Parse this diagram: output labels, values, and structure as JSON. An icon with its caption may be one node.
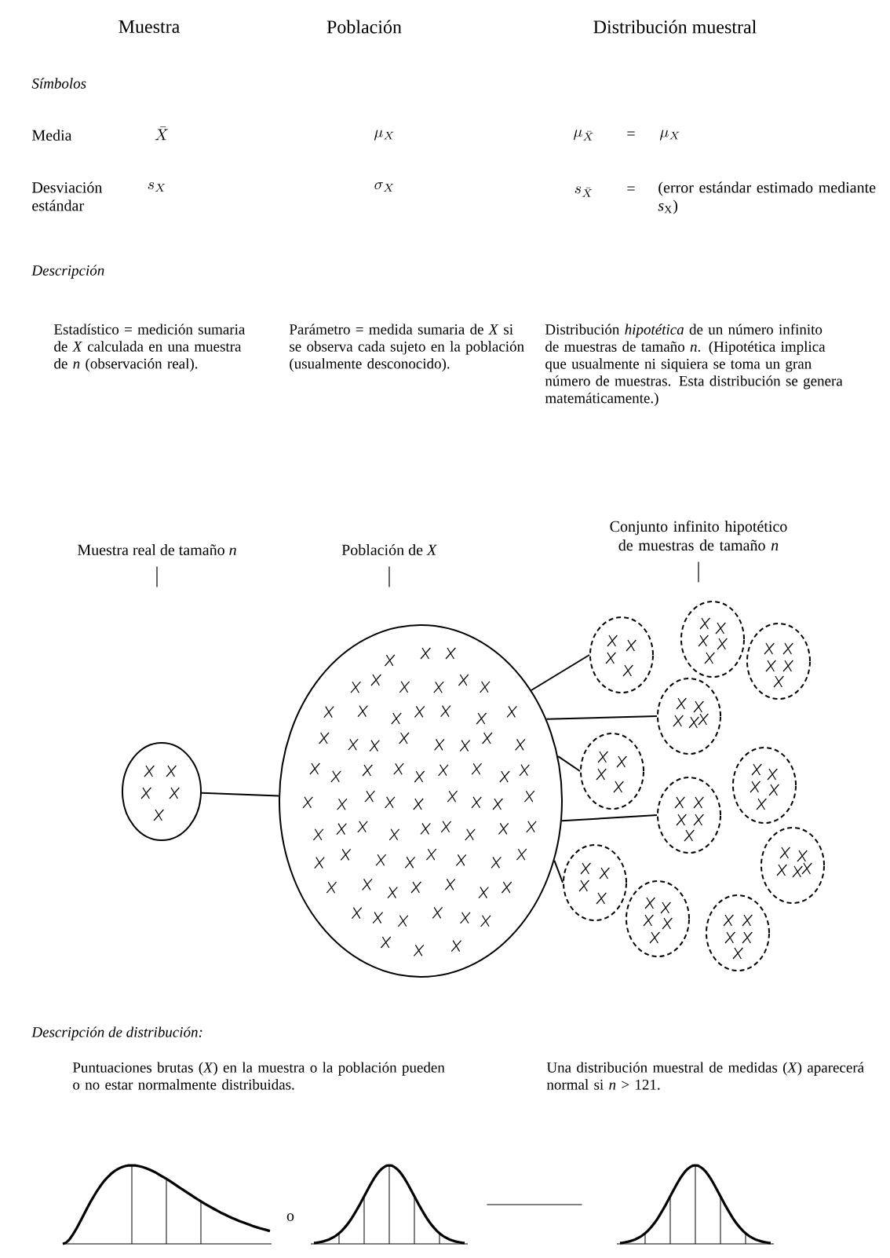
{
  "diagram": {
    "nodes": [
      {
        "text": [
          "Muestra real de tamaño *n*"
        ]
      },
      {
        "text": [
          "Población de *X*"
        ]
      },
      {
        "text": [
          "Conjunto infinito hipotético de muestras de tamaño *n*"
        ]
      },
      {
        "text": [],
        "shape": "circle"
      },
      {
        "text": [],
        "shape": "circle"
      },
      {
        "text": [],
        "shape": "circle"
      },
      {
        "text": [],
        "shape": "circle"
      },
      {
        "text": [],
        "shape": "circle"
      },
      {
        "text": [],
        "shape": "circle"
      },
      {
        "text": [],
        "shape": "circle"
      },
      {
        "text": [],
        "shape": "circle"
      },
      {
        "text": [],
        "shape": "circle"
      },
      {
        "text": [],
        "shape": "circle"
      },
      {
        "text": [],
        "shape": "circle"
      },
      {
        "text": [],
        "shape": "circle"
      },
      {
        "text": [],
        "shape": "circle"
      },
      {
        "text": [],
        "shape": "picture"
      },
      {
        "text": [],
        "shape": "picture"
      },
      {
        "text": [],
        "shape": "picture"
      }
    ],
    "edges": [
      {
        "from": 0,
        "to": null,
        "arrow": "none"
      },
      {
        "from": 1,
        "to": null,
        "arrow": "none"
      },
      {
        "from": 2,
        "to": null,
        "arrow": "none"
      },
      {
        "from": 3,
        "to": 4,
        "arrow": "none"
      },
      {
        "from": 4,
        "to": 5,
        "arrow": "none"
      },
      {
        "from": 4,
        "to": 8,
        "arrow": "none"
      },
      {
        "from": 4,
        "to": 9,
        "arrow": "none"
      },
      {
        "from": 4,
        "to": 11,
        "arrow": "none"
      },
      {
        "from": 4,
        "to": 13,
        "arrow": "none"
      },
      {
        "from": 17,
        "to": 18,
        "arrow": "none"
      }
    ],
    "labels": [
      "Muestra",
      "Población",
      "Distribución muestral",
      "Símbolos",
      "Media",
      "\\bar{X}",
      "\\mu_X",
      "\\mu_{\\bar{X}}",
      "=",
      "\\mu_X",
      "Desviación estándar",
      "s_X",
      "\\sigma_X",
      "s_{\\bar{X}}",
      "=",
      "(error estándar estimado mediante *s*$_{X}$)",
      "Descripción",
      "Estadístico = medición sumaria de *X* calculada en una muestra de *n* (observación real).",
      "Parámetro = medida sumaria de *X* si se observa cada sujeto en la población (usualmente desconocido).",
      "Distribución *hipotética* de un número infinito de muestras de tamaño *n*. (Hipotética implica que usualmente ni siquiera se toma un gran número de muestras. Esta distribución se genera matemáticamente.)",
      "Descripción de distribución:",
      "Puntuaciones brutas (*X*) en la muestra o la población pueden o no estar normalmente distribuidas.",
      "Una distribución muestral de medidas (*X*) aparecerá normal si *n* > 121.",
      "o"
    ]
  }
}
